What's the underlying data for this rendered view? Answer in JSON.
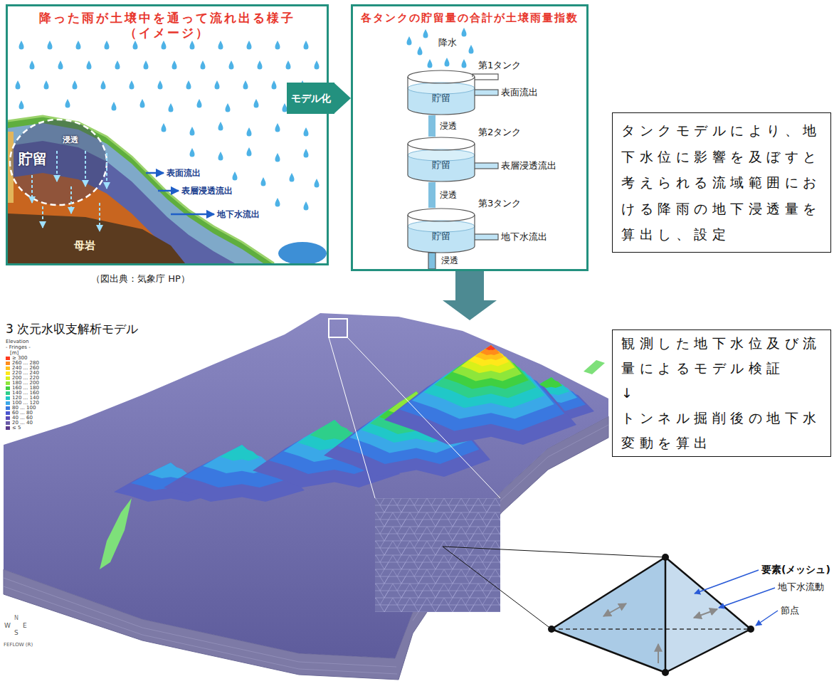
{
  "diagram": {
    "nodes": [
      {
        "text": [
          "降った雨が土壌中を通って流れ出る様子 （イメージ）"
        ]
      },
      {
        "text": [
          "各タンクの貯留量の合計が土壌雨量指数"
        ]
      },
      {
        "text": [
          "第1タンク",
          "貯留"
        ],
        "in": 1
      },
      {
        "text": [
          "第2タンク",
          "貯留"
        ],
        "in": 1
      },
      {
        "text": [
          "第3タンク",
          "貯留"
        ],
        "in": 1
      },
      {
        "text": [
          "タンクモデルにより、地下水位に影響を及ぼすと考えられる流域範囲における降雨の地下浸透量を算出し、設定"
        ]
      },
      {
        "text": [
          "3 次元水収支解析モデル"
        ]
      },
      {
        "text": [
          "観測した地下水位及び流量によるモデル検証",
          "↓",
          "トンネル掘削後の地下水変動を算出"
        ]
      }
    ],
    "edges": [
      {
        "from": 0,
        "to": 1,
        "label": "モデル化",
        "arrow": "to"
      },
      {
        "from": 2,
        "to": 3,
        "label": "浸透",
        "arrow": "none"
      },
      {
        "from": 3,
        "to": 4,
        "label": "浸透",
        "arrow": "none"
      },
      {
        "from": 1,
        "to": 6,
        "arrow": "to"
      }
    ],
    "labels": [
      "貯留",
      "浸透",
      "表面流出",
      "表層浸透流出",
      "地下水流出",
      "母岩",
      "（図出典：気象庁 HP）",
      "降水",
      "表面流出",
      "表層浸透流出",
      "地下水流出",
      "浸透",
      "Elevation",
      "- Fringes -",
      "[m]",
      "N",
      "W",
      "E",
      "S",
      "FEFLOW (R)",
      "要素(メッシュ)",
      "地下水流動",
      "節点"
    ],
    "legend": [
      {
        "text": "≥ 300",
        "color": "#ff3b1f"
      },
      {
        "text": "260 ... 280",
        "color": "#ff8c1a"
      },
      {
        "text": "240 ... 260",
        "color": "#ffc21a"
      },
      {
        "text": "220 ... 240",
        "color": "#ffe81a"
      },
      {
        "text": "200 ... 220",
        "color": "#d8f01a"
      },
      {
        "text": "180 ... 200",
        "color": "#8ee63a"
      },
      {
        "text": "160 ... 180",
        "color": "#40d040"
      },
      {
        "text": "140 ... 160",
        "color": "#2ecf8a"
      },
      {
        "text": "120 ... 140",
        "color": "#20c8c8"
      },
      {
        "text": "100 ... 120",
        "color": "#3aa8e8"
      },
      {
        "text": "80 ... 100",
        "color": "#3a78e0"
      },
      {
        "text": "60 ... 80",
        "color": "#4a55d0"
      },
      {
        "text": "40 ... 60",
        "color": "#5a4ab8"
      },
      {
        "text": "20 ... 40",
        "color": "#6a5aa8"
      },
      {
        "text": "≤ 5",
        "color": "#5a3a8a"
      }
    ]
  }
}
